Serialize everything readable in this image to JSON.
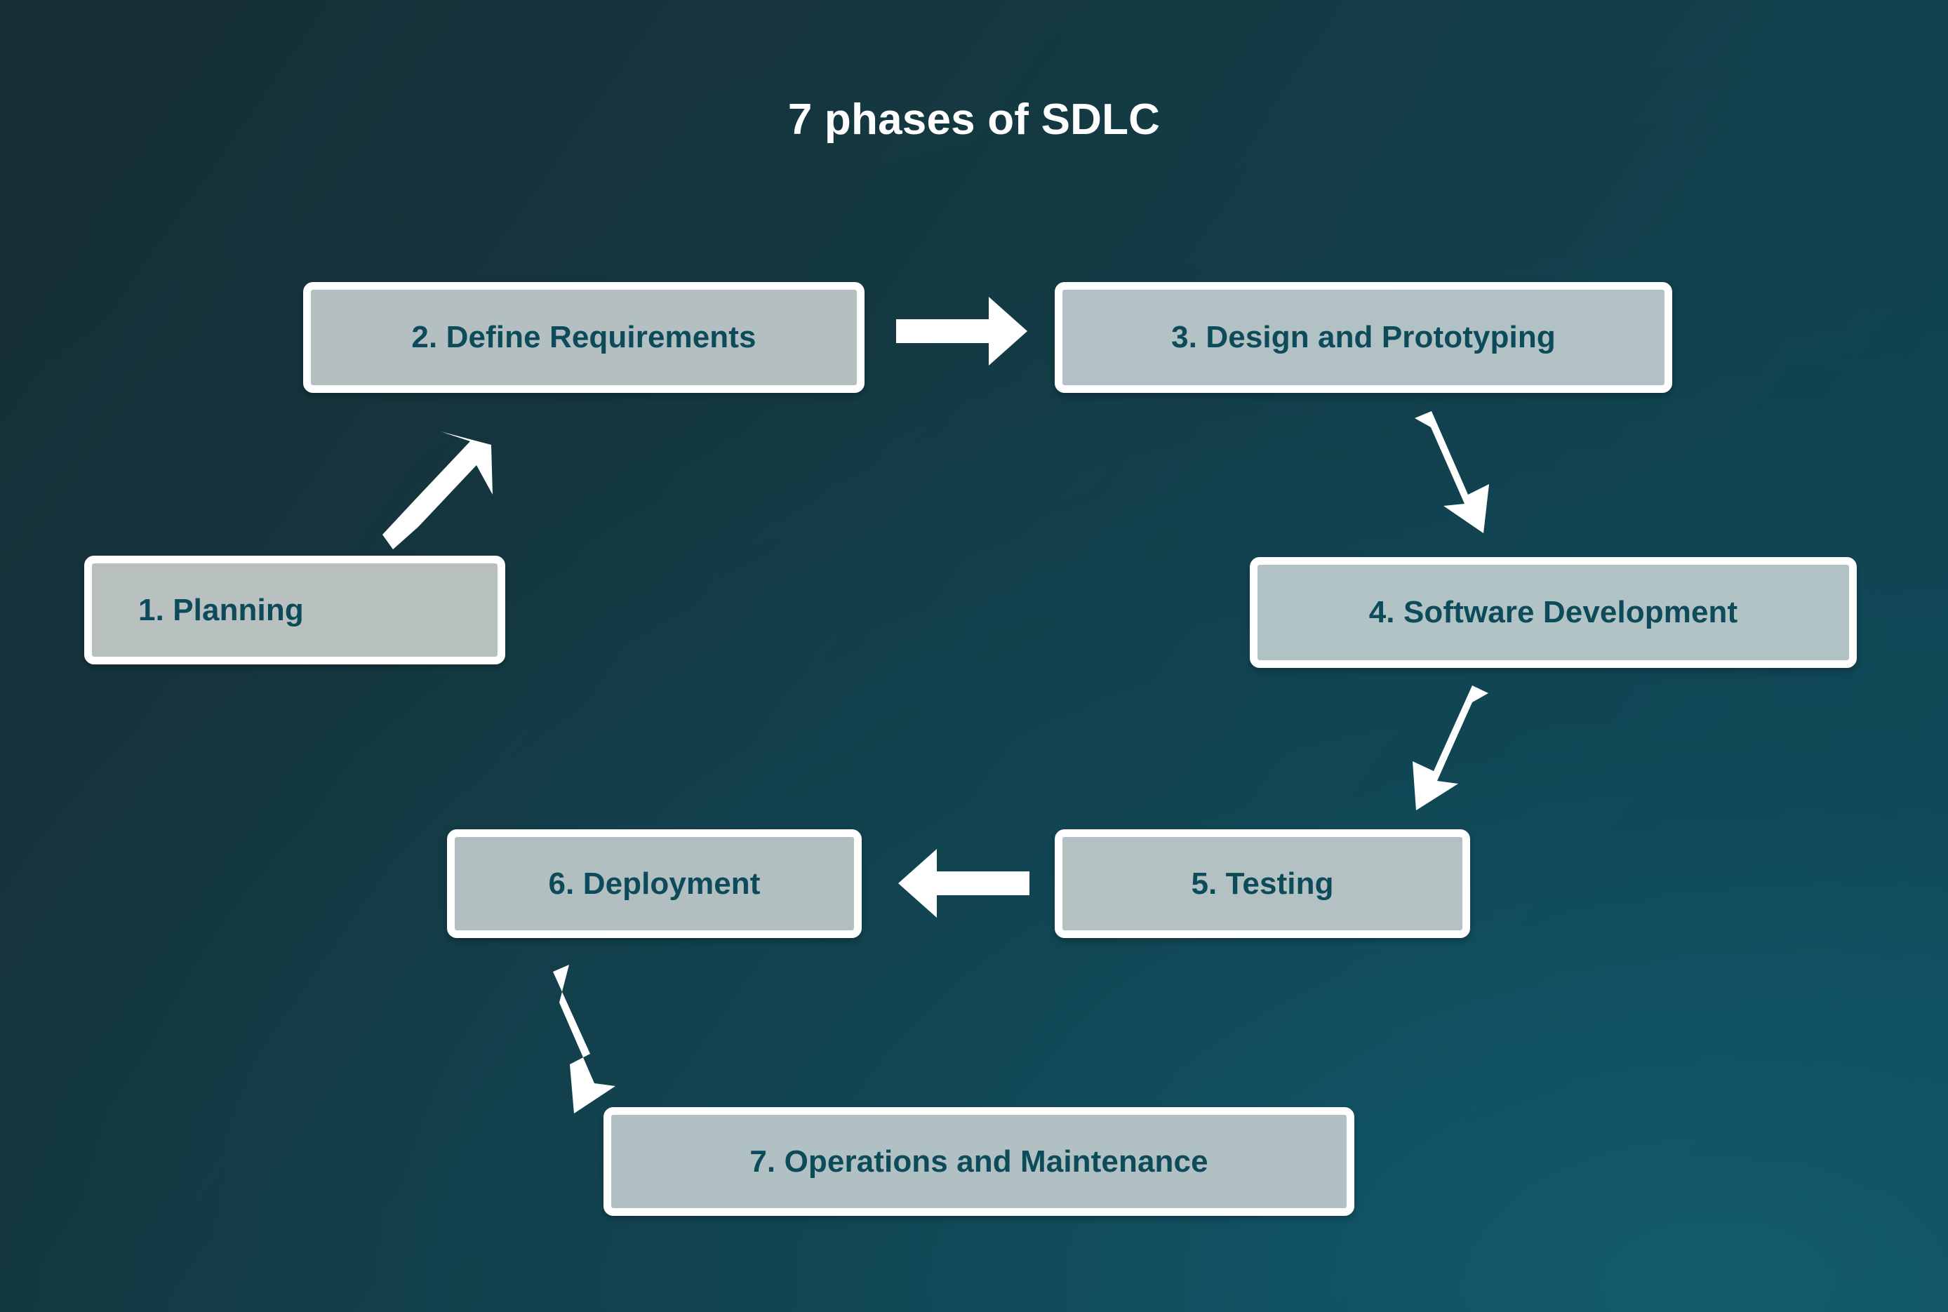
{
  "title": "7 phases of SDLC",
  "colors": {
    "background_dark": "#172e35",
    "background_light": "#0e4a5a",
    "node_fill": "#b4c0c1",
    "node_border": "#ffffff",
    "node_text": "#0d4b5b",
    "arrow": "#ffffff",
    "title_text": "#ffffff"
  },
  "nodes": [
    {
      "id": "1",
      "label": "1.  Planning"
    },
    {
      "id": "2",
      "label": "2. Define Requirements"
    },
    {
      "id": "3",
      "label": "3. Design and Prototyping"
    },
    {
      "id": "4",
      "label": "4. Software Development"
    },
    {
      "id": "5",
      "label": "5. Testing"
    },
    {
      "id": "6",
      "label": "6. Deployment"
    },
    {
      "id": "7",
      "label": "7. Operations and Maintenance"
    }
  ],
  "arrows": [
    {
      "id": "a1",
      "from": "1. Planning",
      "to": "2. Define Requirements",
      "direction": "up-right"
    },
    {
      "id": "a2",
      "from": "2. Define Requirements",
      "to": "3. Design and Prototyping",
      "direction": "right"
    },
    {
      "id": "a3",
      "from": "3. Design and Prototyping",
      "to": "4. Software Development",
      "direction": "down-right"
    },
    {
      "id": "a4",
      "from": "4. Software Development",
      "to": "5. Testing",
      "direction": "down-left"
    },
    {
      "id": "a5",
      "from": "5. Testing",
      "to": "6. Deployment",
      "direction": "left"
    },
    {
      "id": "a6",
      "from": "6. Deployment",
      "to": "7. Operations and Maintenance",
      "direction": "down-right"
    }
  ]
}
